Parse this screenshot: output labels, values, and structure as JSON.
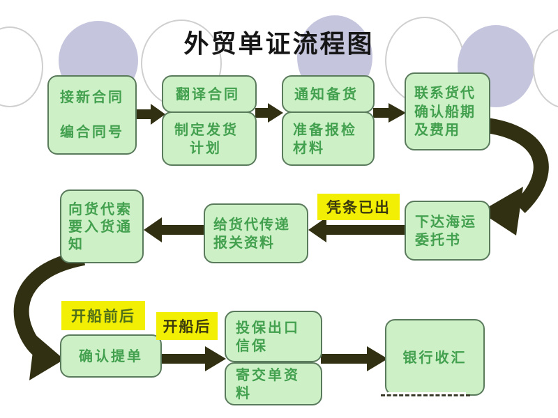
{
  "title": "外贸单证流程图",
  "colors": {
    "box_fill": "#cdf0c7",
    "box_border": "#5a7a5c",
    "box_text": "#42a04e",
    "arrow": "#323012",
    "label_bg": "#f3ef04",
    "label_text_dark": "#3b3a0e",
    "label_text_green": "#4e6e1a",
    "circle_fill": "#c5c5de",
    "circle_stroke": "#cfcfcf"
  },
  "nodes": {
    "contract": {
      "lines": [
        "接新合同",
        "编合同号"
      ]
    },
    "translate": {
      "lines": [
        "翻译合同"
      ]
    },
    "plan": {
      "lines": [
        "制定发货",
        "计划"
      ]
    },
    "notify": {
      "lines": [
        "通知备货"
      ]
    },
    "inspection": {
      "lines": [
        "准备报检",
        "材料"
      ]
    },
    "forwarder": {
      "lines": [
        "联系货代",
        "确认船期",
        "及费用"
      ]
    },
    "booking": {
      "lines": [
        "下达海运",
        "委托书"
      ]
    },
    "customs": {
      "lines": [
        "给货代传递",
        "报关资料"
      ]
    },
    "cargo_notice": {
      "lines": [
        "向货代索",
        "要入货通",
        "知"
      ]
    },
    "bl_confirm": {
      "lines": [
        "确认提单"
      ]
    },
    "insurance": {
      "lines": [
        "投保出口",
        "信保"
      ]
    },
    "documents": {
      "lines": [
        "寄交单资",
        "料"
      ]
    },
    "bank": {
      "lines": [
        "银行收汇"
      ]
    }
  },
  "labels": {
    "slip_issued": "凭条已出",
    "around_departure": "开船前后",
    "after_departure": "开船后"
  },
  "flow": [
    "接新合同编合同号 → 翻译合同/制定发货计划",
    "翻译合同/制定发货计划 → 通知备货/准备报检材料",
    "通知备货/准备报检材料 → 联系货代确认船期及费用",
    "联系货代确认船期及费用 → 下达海运委托书",
    "下达海运委托书 → 给货代传递报关资料",
    "给货代传递报关资料 → 向货代索要入货通知",
    "向货代索要入货通知 → 确认提单",
    "确认提单 → 投保出口信保/寄交单资料",
    "投保出口信保/寄交单资料 → 银行收汇"
  ]
}
